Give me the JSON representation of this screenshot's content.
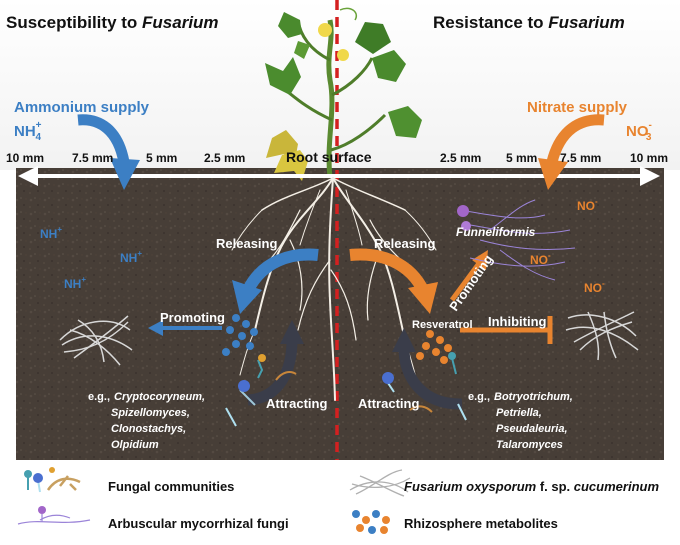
{
  "headers": {
    "left_prefix": "Susceptibility to ",
    "left_italic": "Fusarium",
    "right_prefix": "Resistance to ",
    "right_italic": "Fusarium"
  },
  "supply": {
    "left_label": "Ammonium supply",
    "left_ion": "NH",
    "left_ion_sub": "4",
    "left_ion_sup": "+",
    "right_label": "Nitrate supply",
    "right_ion": "NO",
    "right_ion_sub": "3",
    "right_ion_sup": "-"
  },
  "scale": {
    "left_ticks": [
      "10 mm",
      "7.5 mm",
      "5 mm",
      "2.5 mm"
    ],
    "center": "Root surface",
    "right_ticks": [
      "2.5 mm",
      "5 mm",
      "7.5 mm",
      "10 mm"
    ]
  },
  "soil_left": {
    "releasing": "Releasing",
    "promoting": "Promoting",
    "attracting": "Attracting",
    "eg": "e.g.,",
    "genera": [
      "Cryptocoryneum,",
      "Spizellomyces,",
      "Clonostachys,",
      "Olpidium"
    ]
  },
  "soil_right": {
    "releasing": "Releasing",
    "funneliformis": "Funneliformis",
    "promoting": "Promoting",
    "resveratrol": "Resveratrol",
    "inhibiting": "Inhibiting",
    "attracting": "Attracting",
    "eg": "e.g.,",
    "genera": [
      "Botryotrichum,",
      "Petriella,",
      "Pseudaleuria,",
      "Talaromyces"
    ]
  },
  "legend": {
    "fungal": "Fungal communities",
    "amf": "Arbuscular mycorrhizal fungi",
    "fusarium_italic": "Fusarium oxysporum",
    "fusarium_rest": " f. sp. ",
    "fusarium_italic2": "cucumerinum",
    "metabolites": "Rhizosphere metabolites"
  },
  "colors": {
    "ammonium_blue": "#3c7fc4",
    "nitrate_orange": "#e8842f",
    "soil": "#4a3f38",
    "arrow_dark": "#3a3d4a",
    "center_dash": "#d42020"
  },
  "icons": [
    "cucumber-plant-icon",
    "root-system-icon",
    "fusarium-hyphae-icon",
    "fungal-community-icon",
    "amf-hyphae-icon",
    "metabolite-dots-icon"
  ]
}
